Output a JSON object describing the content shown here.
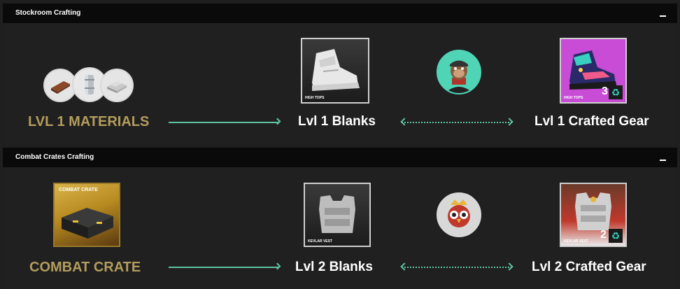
{
  "sections": [
    {
      "title": "Stockroom Crafting",
      "input_label": "LVL 1 MATERIALS",
      "blanks_label": "Lvl 1 Blanks",
      "gear_label": "Lvl 1 Crafted Gear",
      "blank_card_tag": "HIGH TOPS",
      "gear_card_tag": "HIGH TOPS",
      "gear_card_level": "3",
      "icons": {
        "materials": [
          "wood-plank-icon",
          "metal-canister-icon",
          "metal-sheet-icon"
        ],
        "blank": "sneaker-icon",
        "avatar": "ape-avatar-icon",
        "gear": "crafted-sneaker-icon",
        "recycle": "recycle-icon"
      }
    },
    {
      "title": "Combat Crates Crafting",
      "input_label": "COMBAT CRATE",
      "blanks_label": "Lvl 2 Blanks",
      "gear_label": "Lvl 2 Crafted Gear",
      "crate_card_title": "COMBAT CRATE",
      "blank_card_tag": "KEVLAR VEST",
      "gear_card_tag": "KEVLAR VEST",
      "gear_card_level": "2",
      "icons": {
        "crate": "combat-crate-icon",
        "blank": "kevlar-vest-icon",
        "avatar": "owl-avatar-icon",
        "gear": "crafted-vest-icon",
        "recycle": "recycle-icon"
      }
    }
  ],
  "colors": {
    "accent": "#5fc4a4",
    "gold": "#b39d5c",
    "header_bg": "#0a0a0a",
    "body_bg": "#202020",
    "gear_bg_purple": "#c84cd6"
  }
}
